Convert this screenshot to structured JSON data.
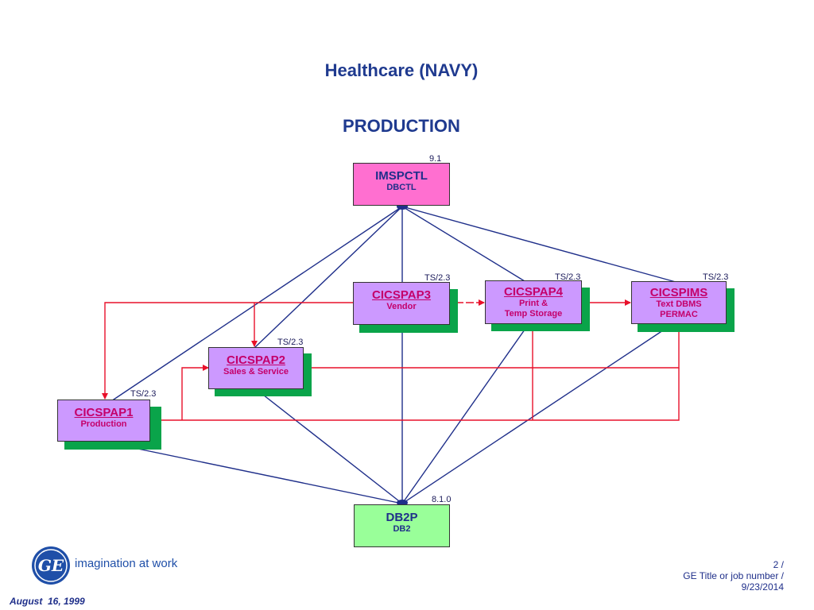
{
  "header": {
    "title": "Healthcare (NAVY)",
    "subtitle": "PRODUCTION"
  },
  "nodes": {
    "imspctl": {
      "name": "IMSPCTL",
      "sub": "DBCTL",
      "version": "9.1"
    },
    "cicspap3": {
      "name": "CICSPAP3",
      "sub": "Vendor",
      "version": "TS/2.3"
    },
    "cicspap4": {
      "name": "CICSPAP4",
      "sub1": "Print &",
      "sub2": "Temp Storage",
      "version": "TS/2.3"
    },
    "cicspims": {
      "name": "CICSPIMS",
      "sub1": "Text DBMS",
      "sub2": "PERMAC",
      "version": "TS/2.3"
    },
    "cicspap2": {
      "name": "CICSPAP2",
      "sub": "Sales & Service",
      "version": "TS/2.3"
    },
    "cicspap1": {
      "name": "CICSPAP1",
      "sub": "Production",
      "version": "TS/2.3"
    },
    "db2p": {
      "name": "DB2P",
      "sub": "DB2",
      "version": "8.1.0"
    }
  },
  "footer": {
    "logo_text": "imagination at work",
    "page": "2 /",
    "job": "GE Title or job number /",
    "date_right": "9/23/2014",
    "date_left": "August  16, 1999"
  },
  "colors": {
    "navy": "#1f3a8f",
    "pink_box": "#ff6fd0",
    "lavender_box": "#cc99ff",
    "green_box": "#99ff99",
    "shadow_green": "#0aa44a",
    "red_arrow": "#e8102a",
    "blue_line": "#1f2f8a"
  }
}
